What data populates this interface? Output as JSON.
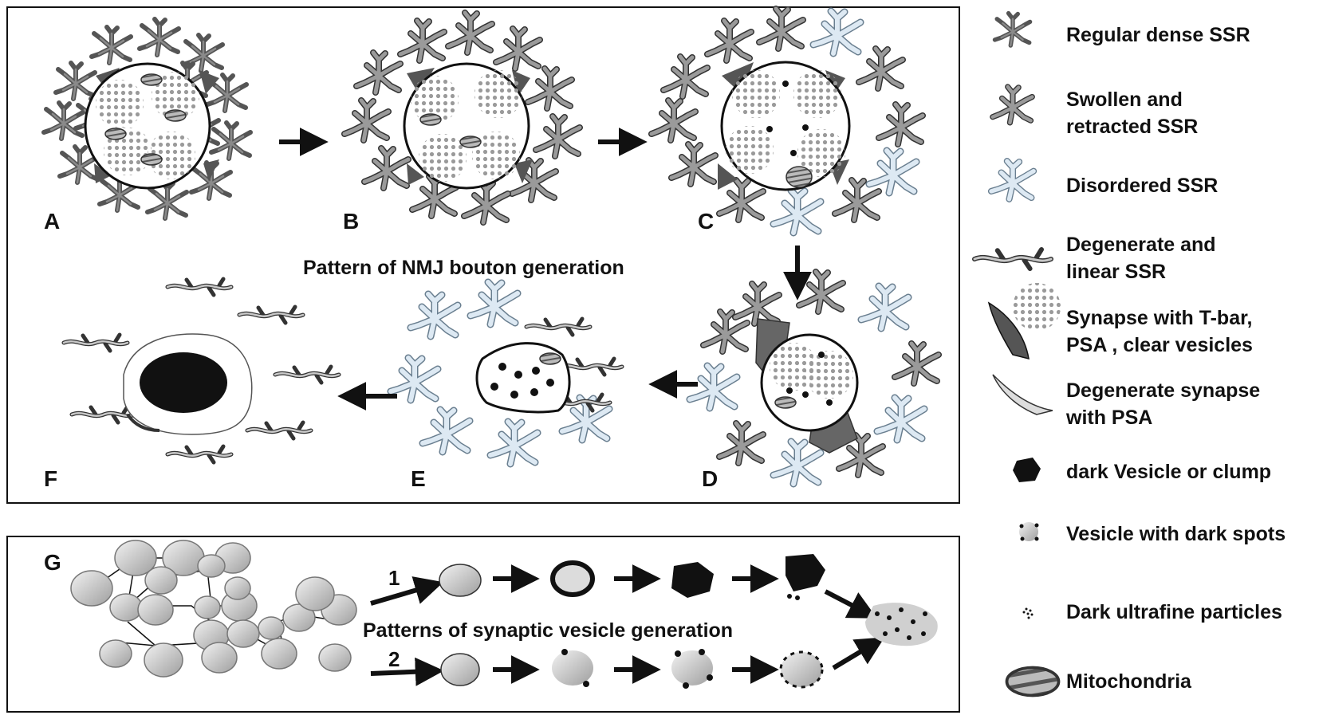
{
  "top_panel": {
    "title": "Pattern of NMJ bouton generation",
    "labels": {
      "A": "A",
      "B": "B",
      "C": "C",
      "D": "D",
      "E": "E",
      "F": "F"
    }
  },
  "bottom_panel": {
    "label": "G",
    "title": "Patterns of synaptic vesicle generation",
    "route_1": "1",
    "route_2": "2"
  },
  "legend": {
    "items": [
      {
        "icon": "regular-dense-ssr-icon",
        "line1": "Regular dense SSR",
        "line2": ""
      },
      {
        "icon": "swollen-retracted-ssr-icon",
        "line1": "Swollen and",
        "line2": "retracted SSR"
      },
      {
        "icon": "disordered-ssr-icon",
        "line1": "Disordered SSR",
        "line2": ""
      },
      {
        "icon": "degenerate-linear-ssr-icon",
        "line1": "Degenerate and",
        "line2": "linear SSR"
      },
      {
        "icon": "synapse-tbar-icon",
        "line1": "Synapse with T-bar,",
        "line2": "PSA ,  clear vesicles"
      },
      {
        "icon": "degenerate-synapse-icon",
        "line1": "Degenerate synapse",
        "line2": "with PSA"
      },
      {
        "icon": "dark-vesicle-icon",
        "line1": "dark Vesicle or clump",
        "line2": ""
      },
      {
        "icon": "spotted-vesicle-icon",
        "line1": "Vesicle with dark spots",
        "line2": ""
      },
      {
        "icon": "ultrafine-particles-icon",
        "line1": "Dark ultrafine particles",
        "line2": ""
      },
      {
        "icon": "mitochondria-icon",
        "line1": "Mitochondria",
        "line2": ""
      }
    ]
  },
  "colors": {
    "regular_ssr": "#555555",
    "swollen_ssr": "#8a8a8a",
    "disordered_ssr": "#dde9f3",
    "disordered_outline": "#6a7f90",
    "vesicle_fill": "#9a9a9a",
    "dark": "#111111"
  }
}
